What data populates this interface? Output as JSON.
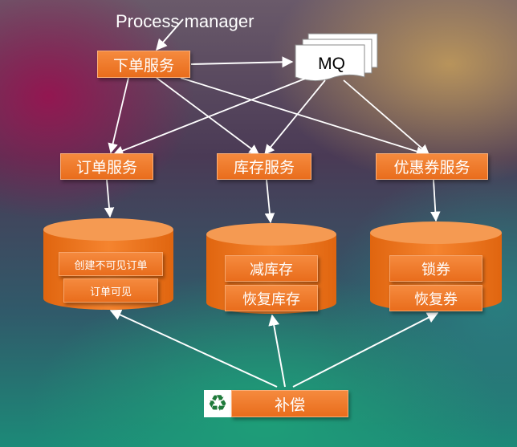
{
  "title": "Process manager",
  "mq_label": "MQ",
  "top_service": "下单服务",
  "services": {
    "order": "订单服务",
    "inventory": "库存服务",
    "coupon": "优惠券服务"
  },
  "db_order": {
    "step1": "创建不可见订单",
    "step2": "订单可见"
  },
  "db_inventory": {
    "step1": "减库存",
    "step2": "恢复库存"
  },
  "db_coupon": {
    "step1": "锁券",
    "step2": "恢复券"
  },
  "compensate": "补偿",
  "colors": {
    "box_orange": "#ef7a2b",
    "cylinder_orange": "#f07a26",
    "arrow": "#ffffff"
  },
  "icons": {
    "compensate": "recycle-icon"
  }
}
